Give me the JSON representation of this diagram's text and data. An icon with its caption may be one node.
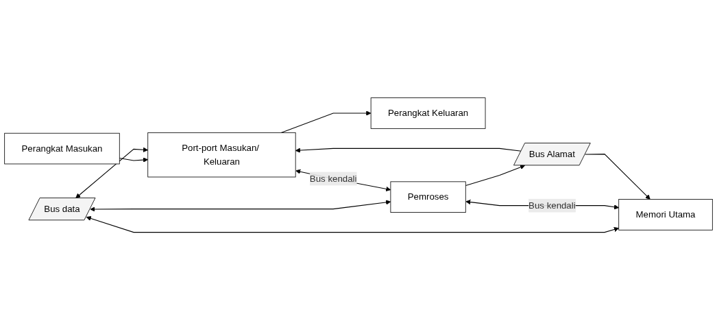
{
  "diagram": {
    "nodes": [
      {
        "text": [
          "Perangkat Masukan"
        ]
      },
      {
        "text": [
          "Perangkat Keluaran"
        ]
      },
      {
        "text": [
          "Port-port Masukan/ Keluaran"
        ]
      },
      {
        "text": [
          "Pemroses"
        ]
      },
      {
        "text": [
          "Memori Utama"
        ]
      },
      {
        "text": [
          "Bus data"
        ]
      },
      {
        "text": [
          "Bus Alamat"
        ]
      }
    ],
    "edges": [
      {
        "from": 0,
        "to": 2,
        "arrow": "to"
      },
      {
        "from": 2,
        "to": 1,
        "arrow": "to"
      },
      {
        "from": 5,
        "to": 2,
        "arrow": "both"
      },
      {
        "from": 5,
        "to": 3,
        "arrow": "both"
      },
      {
        "from": 5,
        "to": 4,
        "arrow": "both"
      },
      {
        "from": 2,
        "to": 3,
        "label": "Bus kendali",
        "arrow": "both"
      },
      {
        "from": 3,
        "to": 4,
        "label": "Bus kendali",
        "arrow": "both"
      },
      {
        "from": 3,
        "to": 6,
        "arrow": "to"
      },
      {
        "from": 6,
        "to": 2,
        "arrow": "to"
      },
      {
        "from": 6,
        "to": 4,
        "arrow": "to"
      }
    ]
  }
}
